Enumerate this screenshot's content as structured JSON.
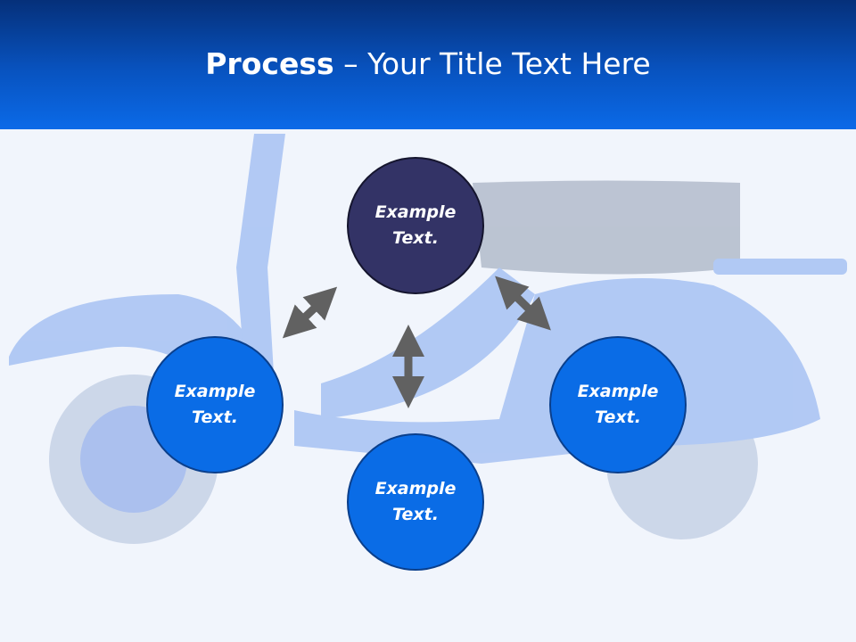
{
  "header": {
    "title_bold": "Process",
    "title_rest": " – Your Title Text Here"
  },
  "nodes": [
    {
      "label_line1": "Example",
      "label_line2": "Text."
    },
    {
      "label_line1": "Example",
      "label_line2": "Text."
    },
    {
      "label_line1": "Example",
      "label_line2": "Text."
    },
    {
      "label_line1": "Example",
      "label_line2": "Text."
    }
  ],
  "colors": {
    "header_top": "#05307a",
    "header_bottom": "#0b6ae8",
    "node_dark": "#333366",
    "node_blue": "#0a6ce6",
    "arrow": "#616161",
    "background": "#f1f5fc"
  }
}
